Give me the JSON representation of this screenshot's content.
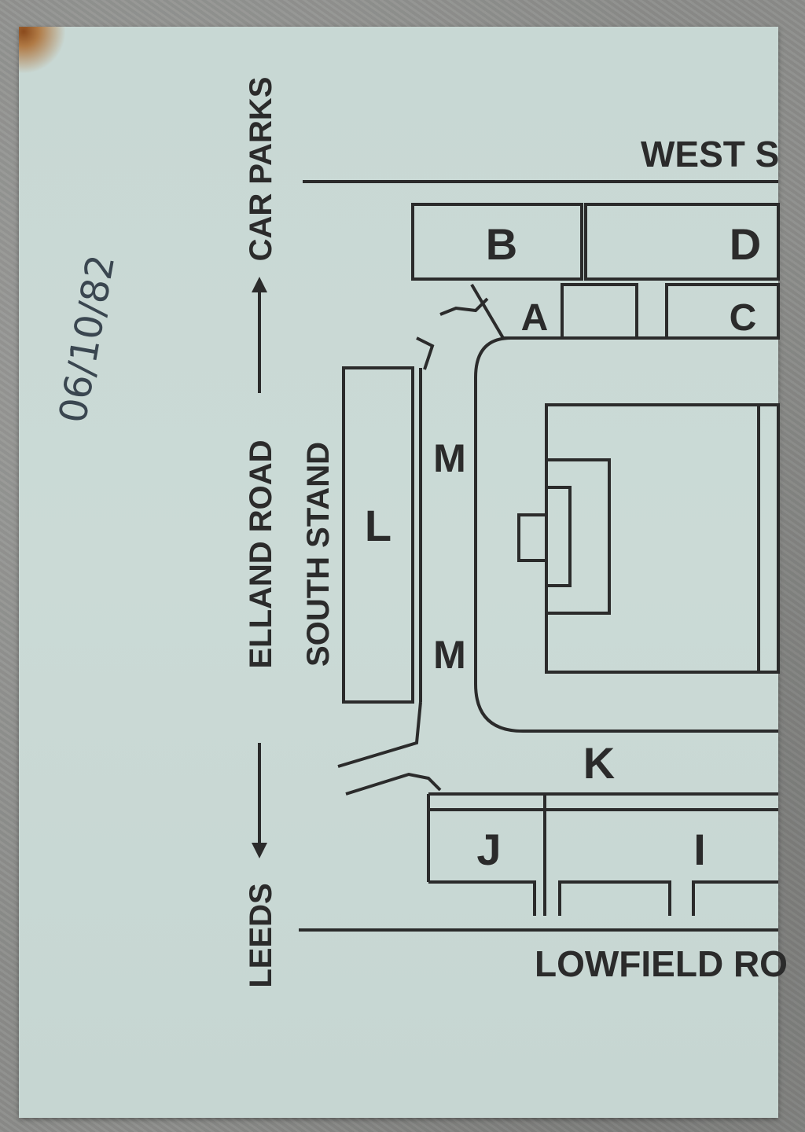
{
  "handwritten_date": "06/10/82",
  "streets": {
    "west": "WEST S",
    "lowfield": "LOWFIELD RO",
    "elland_road": "ELLAND ROAD",
    "car_parks": "CAR PARKS",
    "leeds": "LEEDS"
  },
  "stands": {
    "south_stand": "SOUTH STAND"
  },
  "sections": {
    "a": "A",
    "b": "B",
    "c": "C",
    "d": "D",
    "i": "I",
    "j": "J",
    "k": "K",
    "l": "L",
    "m_top": "M",
    "m_bottom": "M"
  },
  "colors": {
    "ticket": "#c8d8d4",
    "ink": "#2b2b2b",
    "background": "#8d8e8b"
  }
}
